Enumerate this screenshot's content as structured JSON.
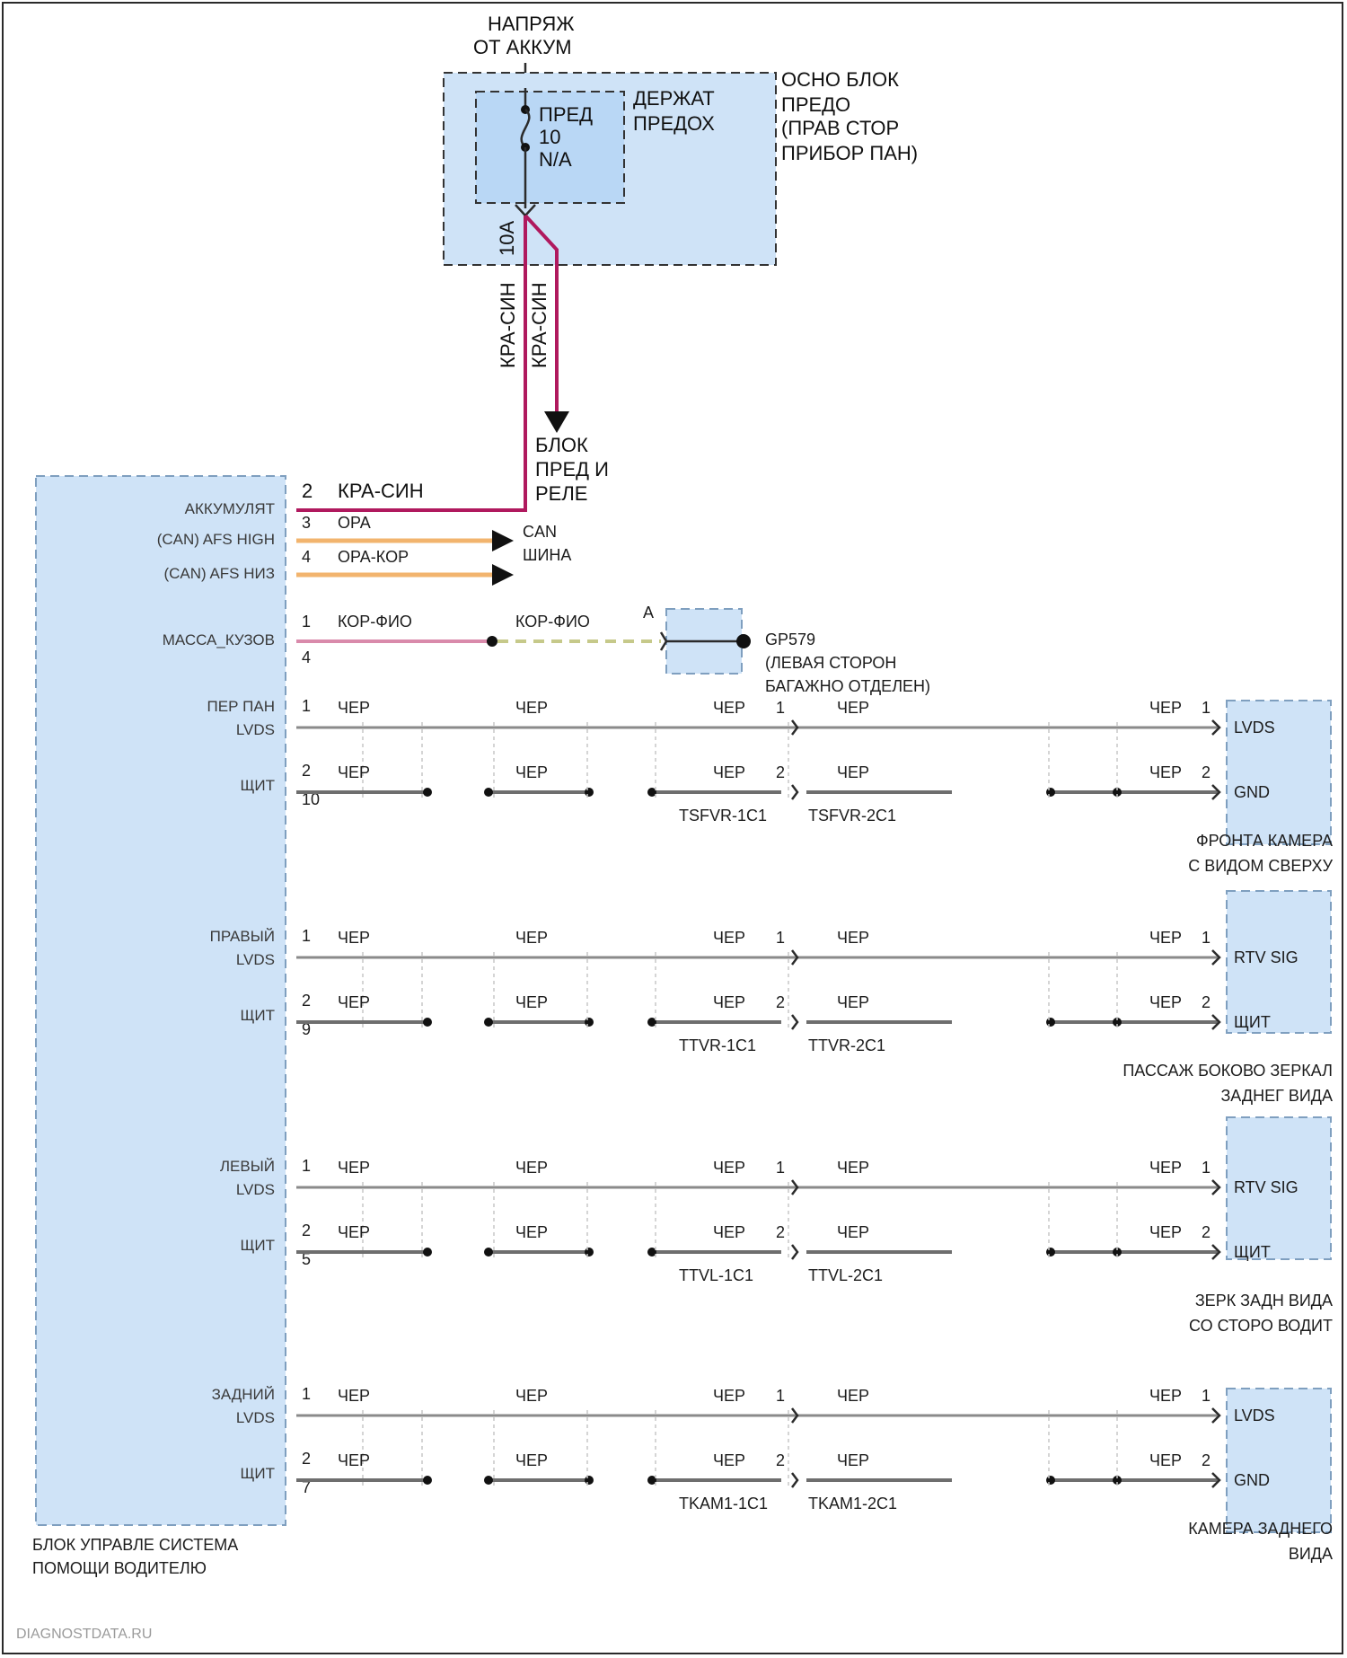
{
  "battery_label": [
    "НАПРЯЖ",
    "ОТ АККУМ"
  ],
  "main_fuse_block_label": [
    "ОСНО БЛОК",
    "ПРЕДО",
    "(ПРАВ СТОР",
    "ПРИБОР ПАН)"
  ],
  "fuse_holder_label": [
    "ДЕРЖАТ",
    "ПРЕДОХ"
  ],
  "fuse_label": [
    "ПРЕД",
    "10",
    "N/A"
  ],
  "fuse_rating": "10A",
  "wire_color_red_blue": "КРА-СИН",
  "relay_block_label": [
    "БЛОК",
    "ПРЕД И",
    "РЕЛЕ"
  ],
  "ecu_pin_power": "2",
  "ecu": {
    "label": [
      "БЛОК УПРАВЛЕ СИСТЕМА",
      "ПОМОЩИ ВОДИТЕЛЮ"
    ],
    "pins": [
      {
        "name": "АККУМУЛЯТ",
        "num": "2",
        "wire": "КРА-СИН"
      },
      {
        "name": "(CAN) AFS HIGH",
        "num": "3",
        "wire": "ОРА"
      },
      {
        "name": "(CAN) AFS НИЗ",
        "num": "4",
        "wire": "ОРА-КОР"
      },
      {
        "name": "МАССА_КУЗОВ",
        "num": "1",
        "num2": "4",
        "wire": "КОР-ФИО"
      }
    ]
  },
  "can_label": [
    "CAN",
    "ШИНА"
  ],
  "ground_wire": "КОР-ФИО",
  "ground_connector_pin": "A",
  "ground_point": [
    "GP579",
    "(ЛЕВАЯ СТОРОН",
    "БАГАЖНО ОТДЕЛЕН)"
  ],
  "shield_wire": "ЧЕР",
  "camera_groups": [
    {
      "sig": [
        "ПЕР ПАН",
        "LVDS"
      ],
      "gnd": "ЩИТ",
      "pin2b": "10",
      "conn1": "TSFVR-1С1",
      "conn2": "TSFVR-2С1",
      "device_pins": [
        "LVDS",
        "GND"
      ],
      "device": [
        "ФРОНТА КАМЕРА",
        "С ВИДОМ СВЕРХУ"
      ]
    },
    {
      "sig": [
        "ПРАВЫЙ",
        "LVDS"
      ],
      "gnd": "ЩИТ",
      "pin2b": "9",
      "conn1": "TTVR-1С1",
      "conn2": "TTVR-2С1",
      "device_pins": [
        "RTV SIG",
        "ЩИТ"
      ],
      "device": [
        "ПАССАЖ БОКОВО ЗЕРКАЛ",
        "ЗАДНЕГ ВИДА"
      ]
    },
    {
      "sig": [
        "ЛЕВЫЙ",
        "LVDS"
      ],
      "gnd": "ЩИТ",
      "pin2b": "5",
      "conn1": "TTVL-1С1",
      "conn2": "TTVL-2С1",
      "device_pins": [
        "RTV SIG",
        "ЩИТ"
      ],
      "device": [
        "ЗЕРК ЗАДН ВИДА",
        "СО СТОРО ВОДИТ"
      ]
    },
    {
      "sig": [
        "ЗАДНИЙ",
        "LVDS"
      ],
      "gnd": "ЩИТ",
      "pin2b": "7",
      "conn1": "TKAM1-1С1",
      "conn2": "TKAM1-2С1",
      "device_pins": [
        "LVDS",
        "GND"
      ],
      "device": [
        "КАМЕРА ЗАДНЕГО",
        "ВИДА"
      ]
    }
  ],
  "watermark": "DIAGNOSTDATA.RU"
}
